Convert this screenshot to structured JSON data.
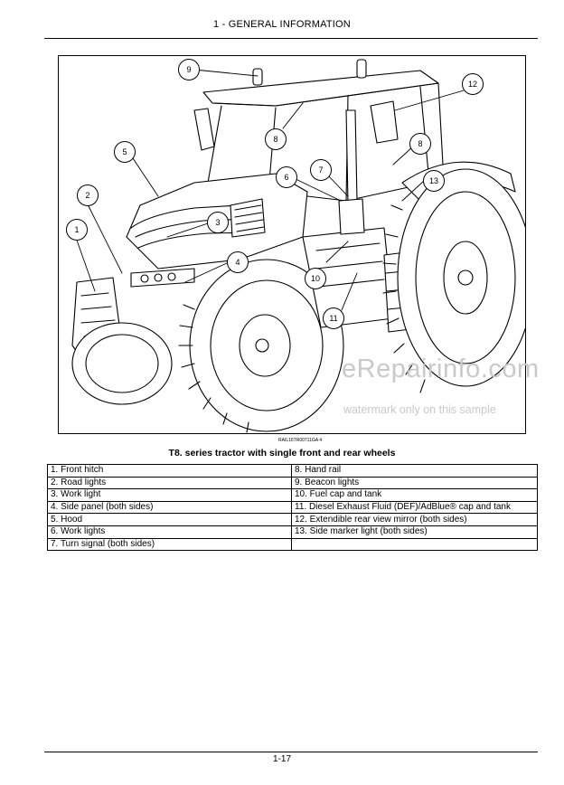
{
  "header": {
    "title": "1 - GENERAL INFORMATION"
  },
  "figure": {
    "code": "RAIL16TR00711GA   4",
    "caption": "T8. series tractor with single front and rear wheels",
    "callouts": [
      "1",
      "2",
      "3",
      "4",
      "5",
      "6",
      "7",
      "8",
      "8",
      "9",
      "10",
      "11",
      "12",
      "13"
    ]
  },
  "legend": {
    "rows": [
      [
        "1. Front hitch",
        "8. Hand rail"
      ],
      [
        "2. Road lights",
        "9. Beacon lights"
      ],
      [
        "3. Work light",
        "10. Fuel cap and tank"
      ],
      [
        "4. Side panel (both sides)",
        "11. Diesel Exhaust Fluid (DEF)/AdBlue® cap and tank"
      ],
      [
        "5. Hood",
        "12. Extendible rear view mirror (both sides)"
      ],
      [
        "6. Work lights",
        "13. Side marker light (both sides)"
      ],
      [
        "7. Turn signal (both sides)",
        ""
      ]
    ]
  },
  "watermark": {
    "site": "eRepairinfo.com",
    "note": "watermark only on this sample"
  },
  "footer": {
    "page_number": "1-17"
  }
}
